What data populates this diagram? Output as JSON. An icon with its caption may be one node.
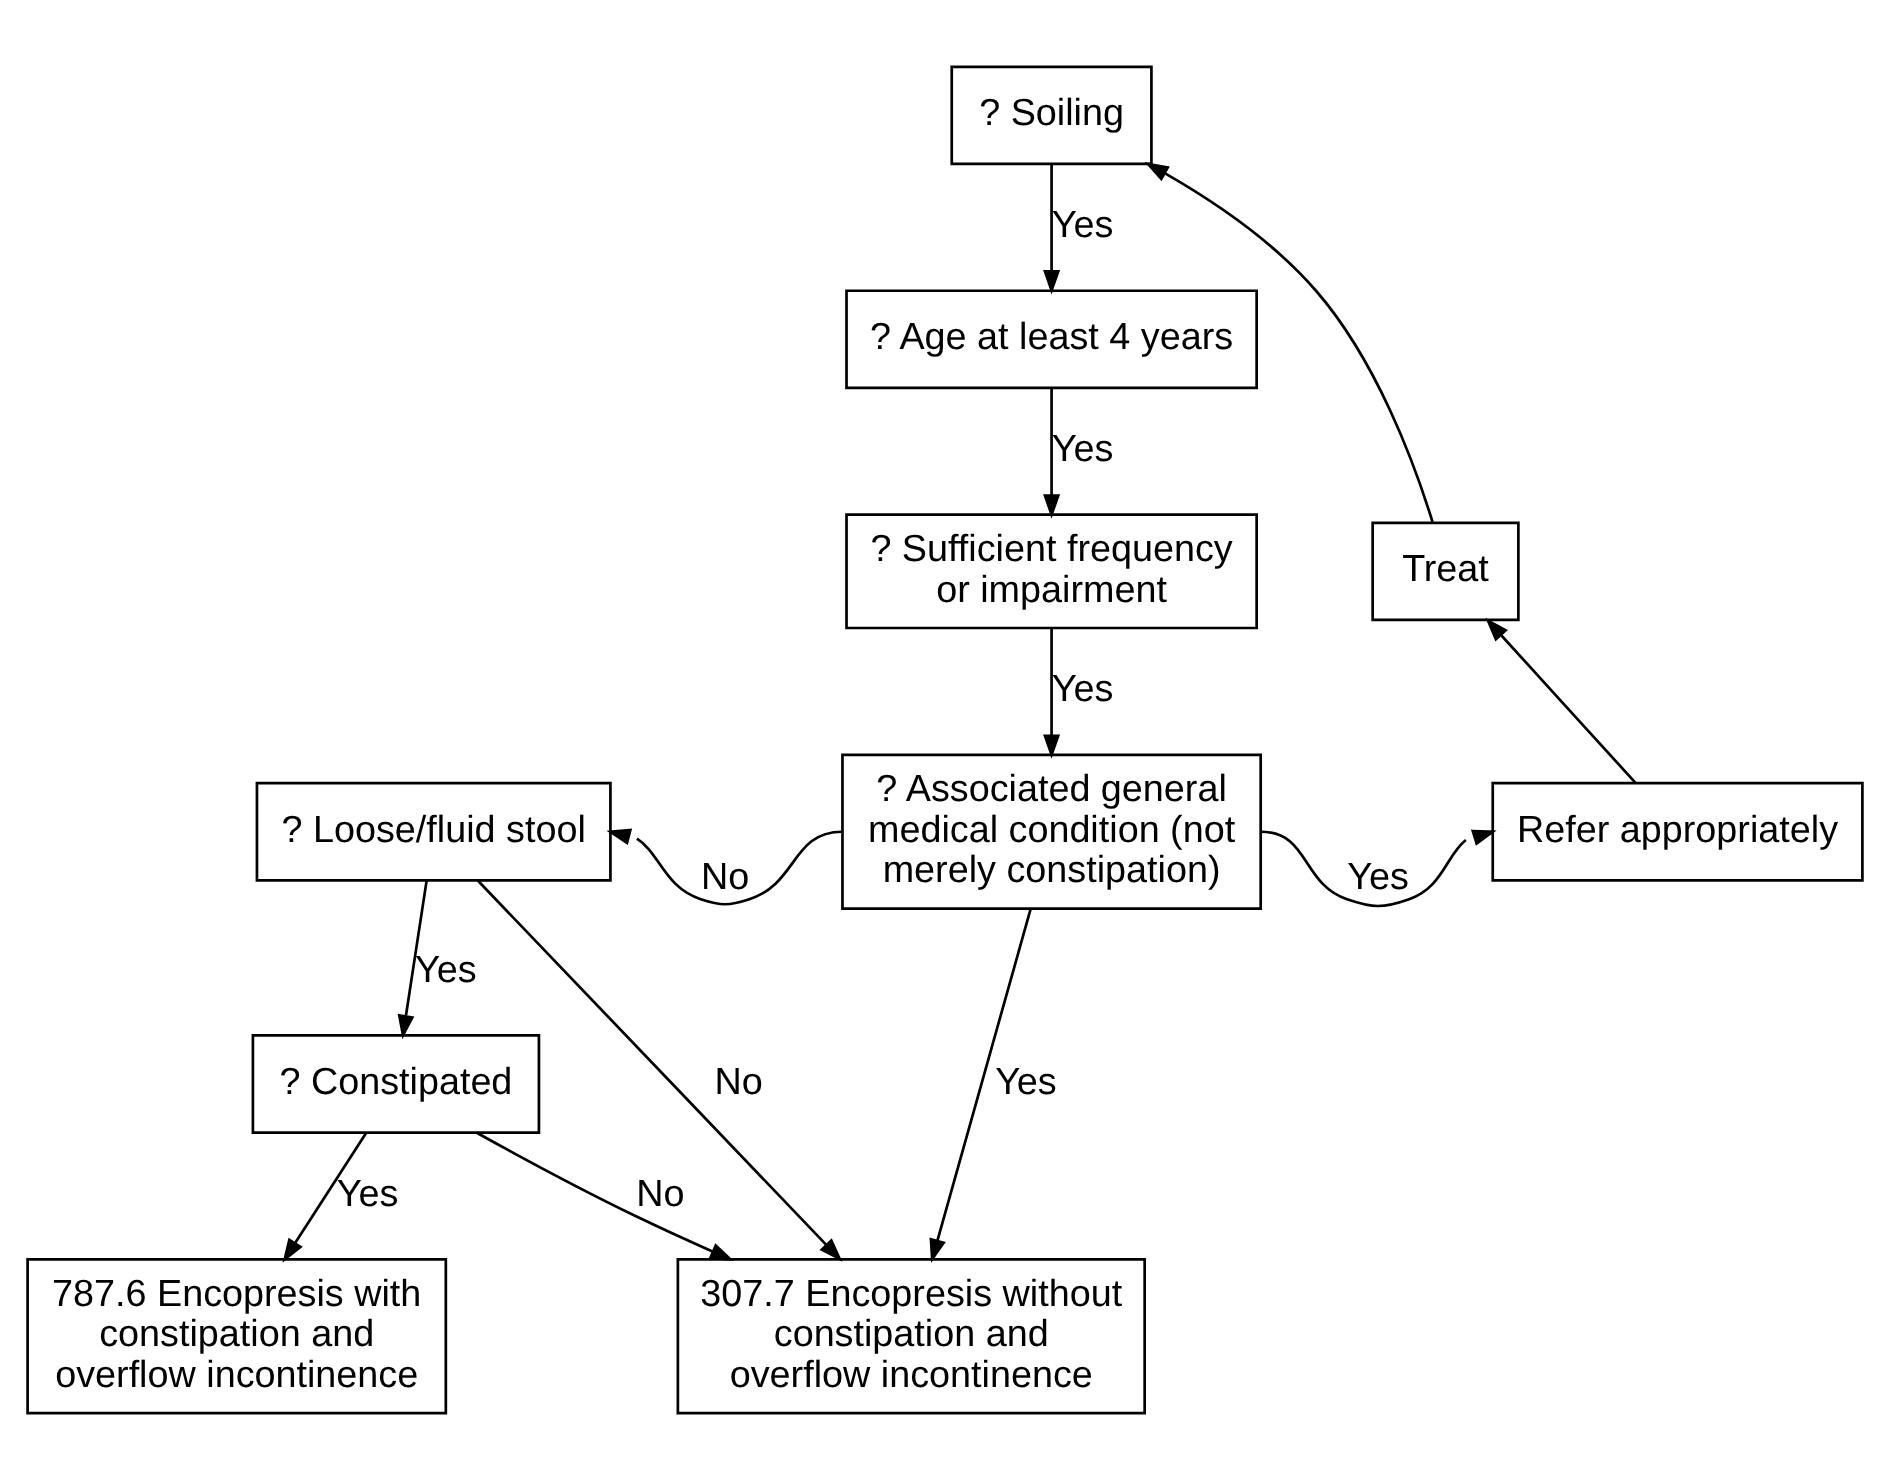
{
  "diagram": {
    "nodes": [
      {
        "text": [
          "? Soiling"
        ]
      },
      {
        "text": [
          "? Age at least 4 years"
        ]
      },
      {
        "text": [
          "? Sufficient frequency or impairment"
        ]
      },
      {
        "text": [
          "? Associated general medical condition (not merely constipation)"
        ]
      },
      {
        "text": [
          "? Loose/fluid stool"
        ]
      },
      {
        "text": [
          "Refer appropriately"
        ]
      },
      {
        "text": [
          "Treat"
        ]
      },
      {
        "text": [
          "? Constipated"
        ]
      },
      {
        "text": [
          "787.6 Encopresis with constipation and overflow incontinence"
        ]
      },
      {
        "text": [
          "307.7 Encopresis without constipation and overflow incontinence"
        ]
      }
    ],
    "edges": [
      {
        "from": 0,
        "to": 1,
        "arrow": "to",
        "label": "Yes"
      },
      {
        "from": 1,
        "to": 2,
        "arrow": "to",
        "label": "Yes"
      },
      {
        "from": 2,
        "to": 3,
        "arrow": "to",
        "label": "Yes"
      },
      {
        "from": 3,
        "to": 4,
        "arrow": "to",
        "label": "No"
      },
      {
        "from": 3,
        "to": 5,
        "arrow": "to",
        "label": "Yes"
      },
      {
        "from": 5,
        "to": 6,
        "arrow": "to"
      },
      {
        "from": 6,
        "to": 0,
        "arrow": "to"
      },
      {
        "from": 4,
        "to": 7,
        "arrow": "to",
        "label": "Yes"
      },
      {
        "from": 4,
        "to": 9,
        "arrow": "to",
        "label": "No"
      },
      {
        "from": 3,
        "to": 9,
        "arrow": "to",
        "label": "Yes"
      },
      {
        "from": 7,
        "to": 9,
        "arrow": "to",
        "label": "No"
      },
      {
        "from": 7,
        "to": 8,
        "arrow": "to",
        "label": "Yes"
      }
    ]
  }
}
